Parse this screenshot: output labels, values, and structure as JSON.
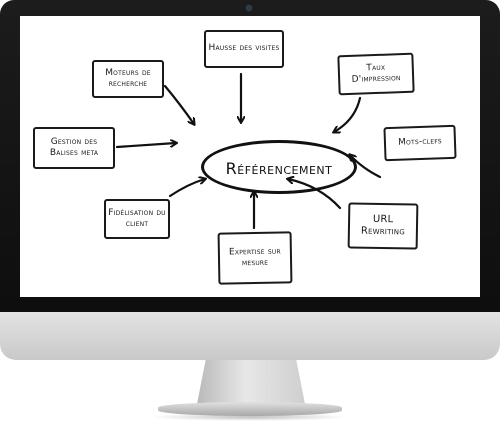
{
  "diagram": {
    "center": "Référencement",
    "nodes": {
      "hausse": "Hausse des visites",
      "moteurs": "Moteurs de recherche",
      "taux": "Taux D'impression",
      "gestion": "Gestion des Balises meta",
      "motscles": "Mots-clefs",
      "fidelisation": "Fidélisation du client",
      "url": "URL Rewriting",
      "expertise": "Expertise sur mesure"
    }
  }
}
